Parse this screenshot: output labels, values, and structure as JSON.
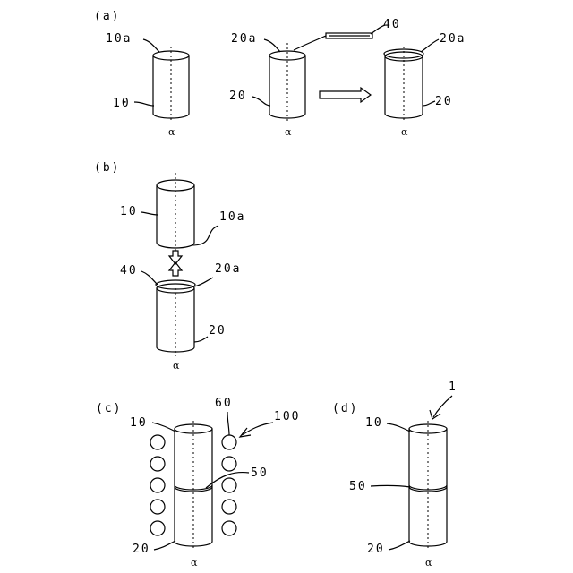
{
  "panels": {
    "a": "(a)",
    "b": "(b)",
    "c": "(c)",
    "d": "(d)"
  },
  "labels": {
    "a_10a": "10a",
    "a_10": "10",
    "a_20a_left": "20a",
    "a_20_left": "20",
    "a_40": "40",
    "a_20a_right": "20a",
    "a_20_right": "20",
    "b_10": "10",
    "b_10a": "10a",
    "b_40": "40",
    "b_20a": "20a",
    "b_20": "20",
    "c_10": "10",
    "c_60": "60",
    "c_100": "100",
    "c_50": "50",
    "c_20": "20",
    "d_1": "1",
    "d_10": "10",
    "d_50": "50",
    "d_20": "20"
  },
  "axis_symbol": "α"
}
